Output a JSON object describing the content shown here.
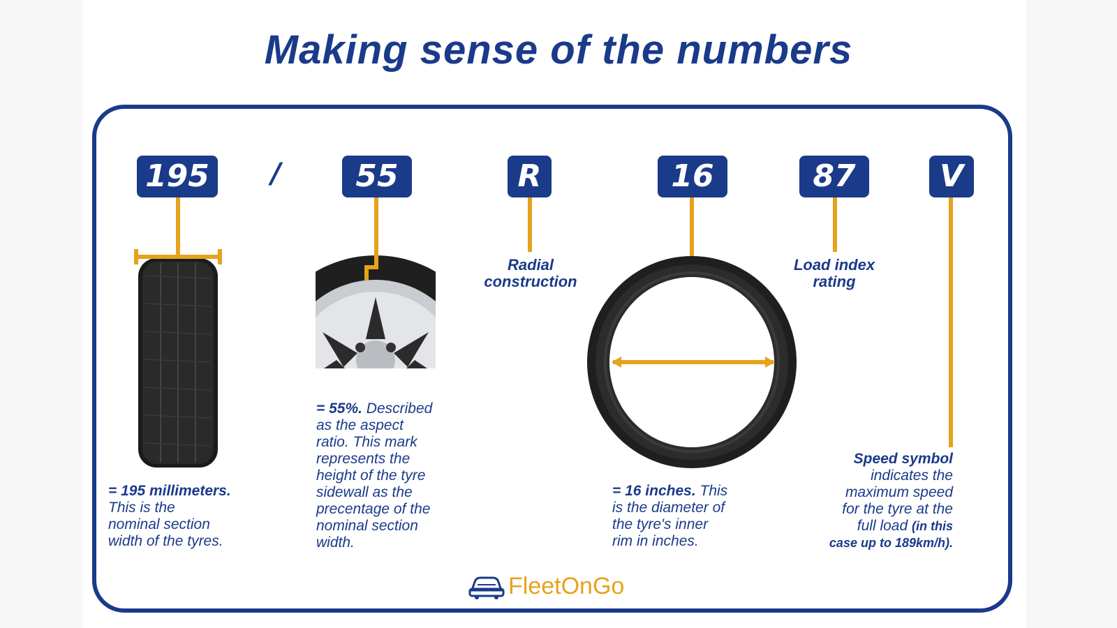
{
  "title": "Making sense of the numbers",
  "codes": {
    "width": "195",
    "slash": "/",
    "aspect": "55",
    "construction": "R",
    "rim": "16",
    "load": "87",
    "speed": "V"
  },
  "labels": {
    "radial_line1": "Radial",
    "radial_line2": "construction",
    "load_line1": "Load index",
    "load_line2": "rating"
  },
  "descriptions": {
    "width": {
      "lead": "= 195 millimeters.",
      "lines": [
        "This is the",
        "nominal section",
        "width of the tyres."
      ]
    },
    "aspect": {
      "lead": "= 55%.",
      "lead_rest": " Described",
      "lines": [
        "as the aspect",
        "ratio. This mark",
        "represents the",
        "height of the tyre",
        "sidewall as the",
        "precentage of the",
        "nominal section",
        "width."
      ]
    },
    "rim": {
      "lead": "= 16 inches.",
      "lead_rest": " This",
      "lines": [
        "is the diameter of",
        "the tyre's inner",
        "rim in inches."
      ]
    },
    "speed": {
      "lead": "Speed symbol",
      "lines": [
        "indicates the",
        "maximum speed",
        "for the tyre at the"
      ],
      "line4_a": "full load ",
      "line4_b": "(in this",
      "line5": "case up to 189km/h)."
    }
  },
  "logo": {
    "part1": "Fleet",
    "part2": "On",
    "part3": "Go",
    "icon": "car-icon"
  },
  "colors": {
    "navy": "#1a3a8a",
    "gold": "#e6a21c"
  }
}
